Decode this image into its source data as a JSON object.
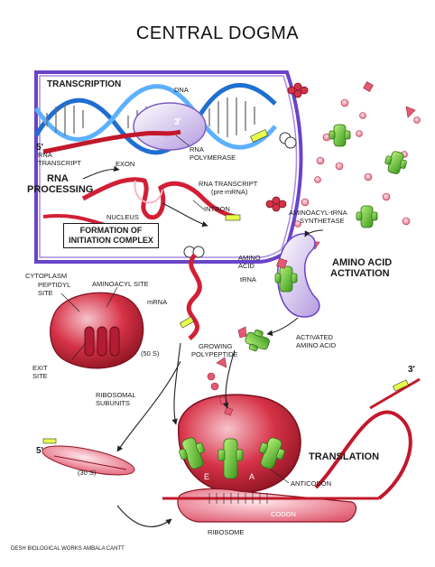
{
  "title": "CENTRAL DOGMA",
  "nucleus": {
    "transcription": "TRANSCRIPTION",
    "dna": "DNA",
    "three_prime_dna": "3'",
    "five_prime": "5'",
    "rna_transcript": [
      "RNA",
      "TRANSCRIPT"
    ],
    "rna_polymerase": [
      "RNA",
      "POLYMERASE"
    ],
    "rna_processing": [
      "RNA",
      "PROCESSING"
    ],
    "exon": "EXON",
    "pre_mrna": [
      "RNA TRANSCRIPT",
      "(pre-mRNA)"
    ],
    "nucleus_label": "NUCLEUS",
    "intron": "INTRON",
    "initiation": [
      "FORMATION OF",
      "INITIATION COMPLEX"
    ]
  },
  "activation": {
    "synthetase": [
      "AMINOACYL-tRNA",
      "SYNTHETASE"
    ],
    "amino_acid": [
      "AMINO",
      "ACID"
    ],
    "trna": "tRNA",
    "heading": [
      "AMINO ACID",
      "ACTIVATION"
    ],
    "activated": [
      "ACTIVATED",
      "AMINO ACID"
    ]
  },
  "ribosome_parts": {
    "cytoplasm": "CYTOPLASM",
    "peptidyl": [
      "PEPTIDYL",
      "SITE"
    ],
    "aminoacyl": "AMINOACYL SITE",
    "large_subunit": "(50 S)",
    "exit": [
      "EXIT",
      "SITE"
    ],
    "subunits": [
      "RIBOSOMAL",
      "SUBUNITS"
    ],
    "mrna": "mRNA",
    "growing": [
      "GROWING",
      "POLYPEPTIDE"
    ],
    "small_subunit": "(30 S)",
    "five_prime_lower": "5'",
    "three_prime_lower": "3'"
  },
  "translation": {
    "heading": "TRANSLATION",
    "anticodon": "ANTICODON",
    "codon": "CODON",
    "ribosome": "RIBOSOME",
    "site_e": "E",
    "site_a": "A"
  },
  "footer": "DESH BIOLOGICAL WORKS  AMBALA CANTT"
}
